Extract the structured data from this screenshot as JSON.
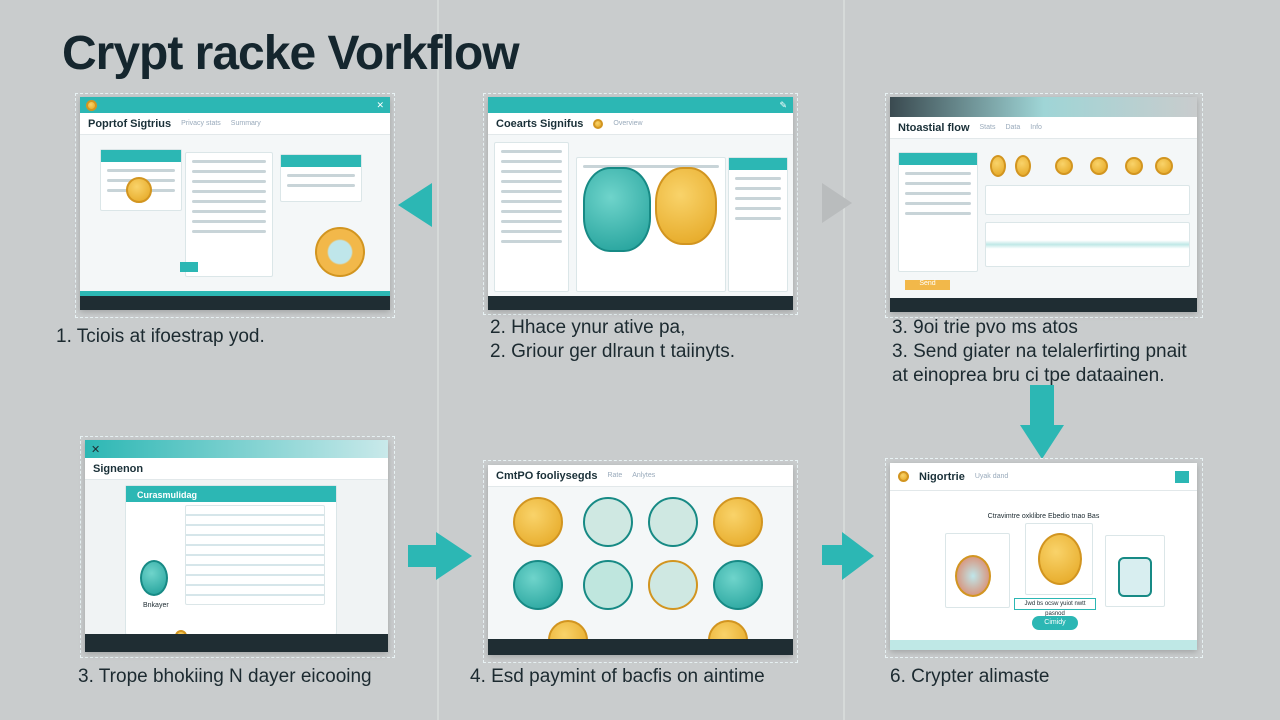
{
  "title": "Crypt racke Vorkflow",
  "colors": {
    "accent": "#2cb7b4",
    "coin": "#e4a520",
    "background": "#c9cccd",
    "dark": "#1f2d33"
  },
  "panels": [
    {
      "header": "Poprtof Sigtrius",
      "tab1": "Privacy stats",
      "tab2": "Summary"
    },
    {
      "header": "Coearts Signifus",
      "tab1": "Overview"
    },
    {
      "header": "Ntoastial flow",
      "tab1": "Stats",
      "tab2": "Data",
      "tab3": "Info",
      "button": "Send"
    },
    {
      "header": "Signenon",
      "sub": "Curasmulidag",
      "side": "Bnkayer"
    },
    {
      "header": "CmtPO fooliysegds",
      "tab1": "Rate",
      "tab2": "Anlytes"
    },
    {
      "header": "Nigortrie",
      "sub": "Uyak dand",
      "heading": "Ctravimtre oxklibre Ebedio tnao Bas",
      "banner": "Jwd bs ocsw yuiot nwtt pasnod",
      "button": "Cimidy"
    }
  ],
  "captions": [
    [
      "1. Tciois at ifoestrap yod."
    ],
    [
      "2. Hhace ynur ative pa,",
      "2. Griour ger dlraun t taiinyts."
    ],
    [
      "3. 9oi trie pvo ms atos",
      "3. Send giater na telalerfirting pnait",
      "at einoprea bru ci tpe dataainen."
    ],
    [
      "3. Trope bhokiing N dayer eicooing"
    ],
    [
      "4. Esd paymint of bacfis on aintime"
    ],
    [
      "6. Crypter alimaste"
    ]
  ],
  "icons": [
    "arrow-left-icon",
    "arrow-right-icon",
    "arrow-down-icon",
    "bitcoin-coin-icon",
    "close-icon",
    "settings-icon"
  ]
}
